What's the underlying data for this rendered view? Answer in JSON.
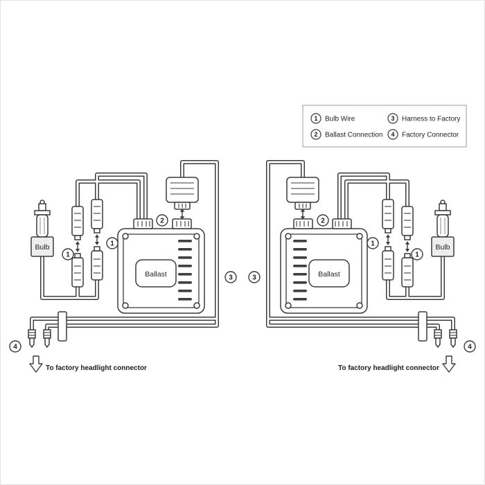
{
  "legend": {
    "items": [
      {
        "num": "1",
        "label": "Bulb Wire"
      },
      {
        "num": "2",
        "label": "Ballast Connection"
      },
      {
        "num": "3",
        "label": "Harness to Factory"
      },
      {
        "num": "4",
        "label": "Factory Connector"
      }
    ]
  },
  "diagram": {
    "ballast_label": "Ballast",
    "bulb_label": "Bulb",
    "factory_note": "To factory headlight connector",
    "callouts": {
      "bulb_wire": "1",
      "ballast_connection": "2",
      "harness": "3",
      "factory_connector": "4"
    }
  },
  "colors": {
    "line": "#3a3a3a",
    "background": "#ffffff",
    "bulb_base_fill": "#ededed"
  }
}
